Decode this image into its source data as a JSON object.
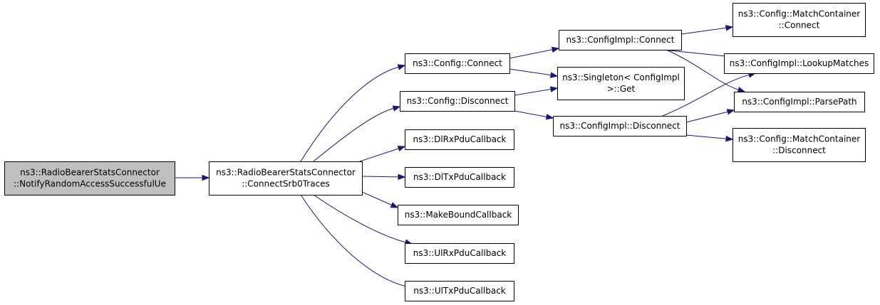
{
  "colors": {
    "edge": "#191970",
    "root_fill": "#bfbfbf",
    "node_fill": "#ffffff",
    "border": "#000000"
  },
  "nodes": [
    {
      "id": "root",
      "lines": [
        "ns3::RadioBearerStatsConnector",
        "::NotifyRandomAccessSuccessfulUe"
      ],
      "highlight": true
    },
    {
      "id": "connect_srb0",
      "lines": [
        "ns3::RadioBearerStatsConnector",
        "::ConnectSrb0Traces"
      ]
    },
    {
      "id": "config_connect",
      "lines": [
        "ns3::Config::Connect"
      ]
    },
    {
      "id": "config_disconnect",
      "lines": [
        "ns3::Config::Disconnect"
      ]
    },
    {
      "id": "dlrx",
      "lines": [
        "ns3::DlRxPduCallback"
      ]
    },
    {
      "id": "dltx",
      "lines": [
        "ns3::DlTxPduCallback"
      ]
    },
    {
      "id": "makebound",
      "lines": [
        "ns3::MakeBoundCallback"
      ]
    },
    {
      "id": "ulrx",
      "lines": [
        "ns3::UlRxPduCallback"
      ]
    },
    {
      "id": "ultx",
      "lines": [
        "ns3::UlTxPduCallback"
      ]
    },
    {
      "id": "impl_connect",
      "lines": [
        "ns3::ConfigImpl::Connect"
      ]
    },
    {
      "id": "singleton_get",
      "lines": [
        "ns3::Singleton< ConfigImpl",
        ">::Get"
      ]
    },
    {
      "id": "impl_disconnect",
      "lines": [
        "ns3::ConfigImpl::Disconnect"
      ]
    },
    {
      "id": "mc_connect",
      "lines": [
        "ns3::Config::MatchContainer",
        "::Connect"
      ]
    },
    {
      "id": "lookup",
      "lines": [
        "ns3::ConfigImpl::LookupMatches"
      ]
    },
    {
      "id": "parsepath",
      "lines": [
        "ns3::ConfigImpl::ParsePath"
      ]
    },
    {
      "id": "mc_disconnect",
      "lines": [
        "ns3::Config::MatchContainer",
        "::Disconnect"
      ]
    }
  ],
  "edges": [
    {
      "from": "root",
      "to": "connect_srb0"
    },
    {
      "from": "connect_srb0",
      "to": "config_connect"
    },
    {
      "from": "connect_srb0",
      "to": "config_disconnect"
    },
    {
      "from": "connect_srb0",
      "to": "dlrx"
    },
    {
      "from": "connect_srb0",
      "to": "dltx"
    },
    {
      "from": "connect_srb0",
      "to": "makebound"
    },
    {
      "from": "connect_srb0",
      "to": "ulrx"
    },
    {
      "from": "connect_srb0",
      "to": "ultx"
    },
    {
      "from": "config_connect",
      "to": "impl_connect"
    },
    {
      "from": "config_connect",
      "to": "singleton_get"
    },
    {
      "from": "config_disconnect",
      "to": "singleton_get"
    },
    {
      "from": "config_disconnect",
      "to": "impl_disconnect"
    },
    {
      "from": "impl_connect",
      "to": "mc_connect"
    },
    {
      "from": "impl_connect",
      "to": "lookup"
    },
    {
      "from": "impl_connect",
      "to": "parsepath"
    },
    {
      "from": "impl_disconnect",
      "to": "lookup"
    },
    {
      "from": "impl_disconnect",
      "to": "parsepath"
    },
    {
      "from": "impl_disconnect",
      "to": "mc_disconnect"
    }
  ]
}
